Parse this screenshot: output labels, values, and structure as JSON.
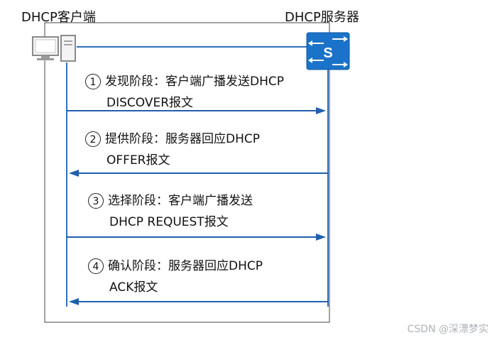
{
  "left_entity": "DHCP客户端",
  "right_entity": "DHCP服务器",
  "switch_symbol": "S",
  "steps": [
    {
      "num": "1",
      "line1": "发现阶段：客户端广播发送DHCP",
      "line2": "DISCOVER报文",
      "direction": "right"
    },
    {
      "num": "2",
      "line1": "提供阶段：服务器回应DHCP",
      "line2": "OFFER报文",
      "direction": "left"
    },
    {
      "num": "3",
      "line1": "选择阶段：客户端广播发送",
      "line2": "DHCP REQUEST报文",
      "direction": "right"
    },
    {
      "num": "4",
      "line1": "确认阶段：服务器回应DHCP",
      "line2": "ACK报文",
      "direction": "left"
    }
  ],
  "watermark": "CSDN @深漂梦实",
  "colors": {
    "arrow": "#1f5fae",
    "lifeline": "#2f6fbf",
    "switch": "#1a73c8"
  },
  "icons": {
    "client": "computer-icon",
    "server": "switch-icon"
  }
}
